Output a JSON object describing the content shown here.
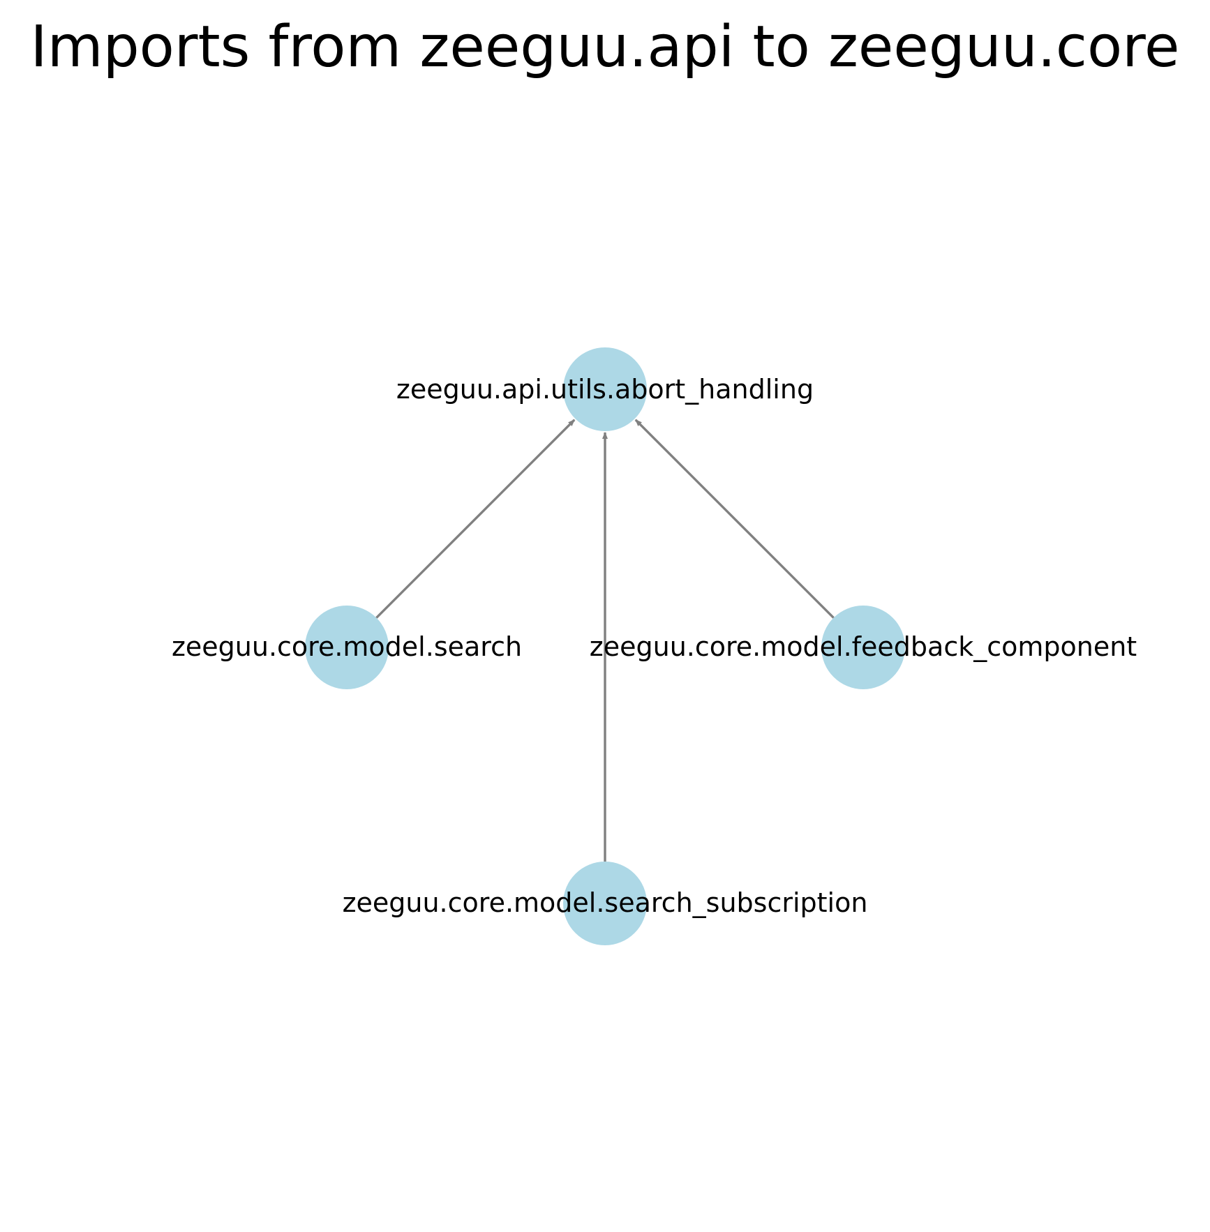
{
  "title": "Imports from zeeguu.api to zeeguu.core",
  "colors": {
    "node_fill": "#add8e6",
    "edge": "#808080",
    "text": "#000000"
  },
  "nodes": [
    {
      "id": "abort_handling",
      "label": "zeeguu.api.utils.abort_handling"
    },
    {
      "id": "search",
      "label": "zeeguu.core.model.search"
    },
    {
      "id": "feedback_component",
      "label": "zeeguu.core.model.feedback_component"
    },
    {
      "id": "search_subscription",
      "label": "zeeguu.core.model.search_subscription"
    }
  ],
  "edges": [
    {
      "from": "search",
      "to": "abort_handling"
    },
    {
      "from": "search_subscription",
      "to": "abort_handling"
    },
    {
      "from": "feedback_component",
      "to": "abort_handling"
    }
  ]
}
